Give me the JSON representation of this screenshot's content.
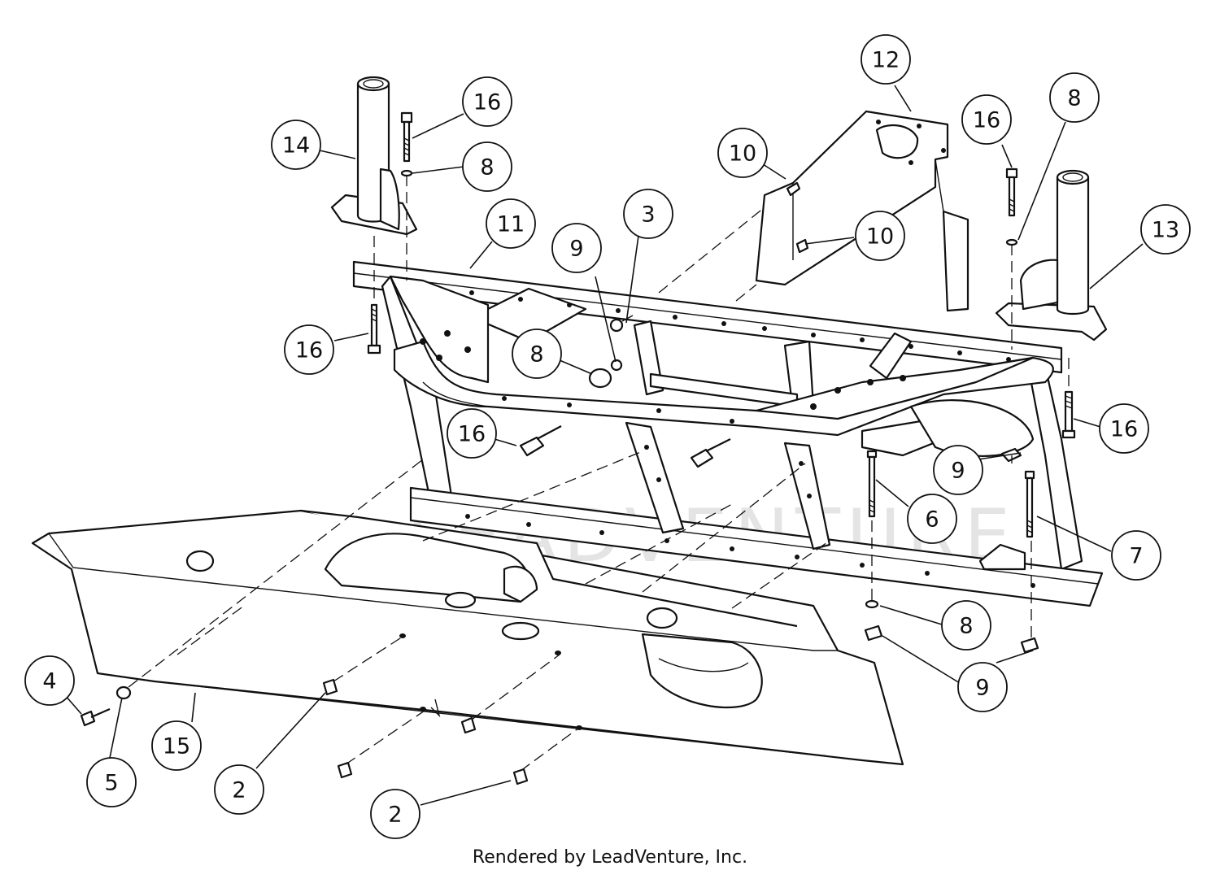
{
  "diagram": {
    "watermark": "LEADVENTURE",
    "footer": "Rendered by LeadVenture, Inc.",
    "callouts": [
      "16",
      "14",
      "8",
      "11",
      "3",
      "9",
      "8",
      "16",
      "12",
      "10",
      "10",
      "16",
      "8",
      "13",
      "16",
      "16",
      "9",
      "6",
      "7",
      "8",
      "9",
      "4",
      "5",
      "15",
      "2",
      "2"
    ]
  }
}
